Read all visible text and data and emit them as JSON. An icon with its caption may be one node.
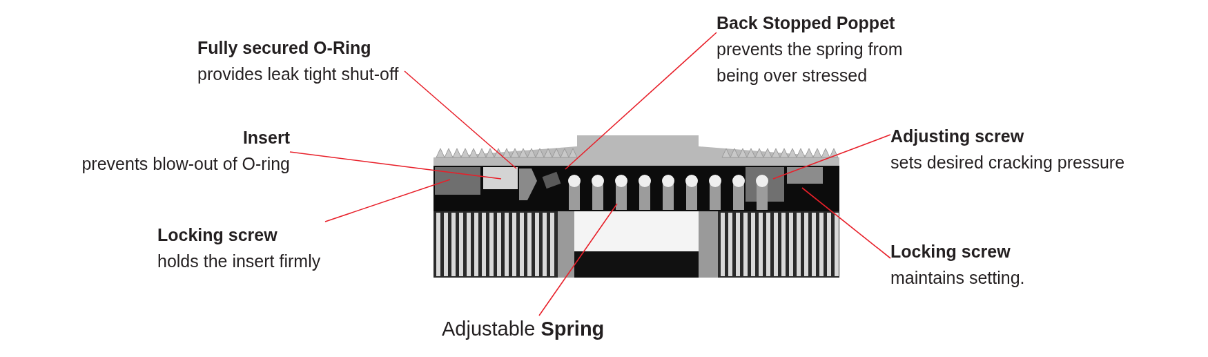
{
  "diagram": {
    "nodes": [
      {
        "text": [
          "Fully secured O-Ring",
          "provides leak tight shut-off"
        ]
      },
      {
        "text": [
          "Back Stopped Poppet",
          "prevents the spring from being over stressed"
        ]
      },
      {
        "text": [
          "Insert",
          "prevents blow-out of O-ring"
        ]
      },
      {
        "text": [
          "Adjusting screw",
          "sets desired cracking pressure"
        ]
      },
      {
        "text": [
          "Locking screw",
          "holds the insert firmly"
        ]
      },
      {
        "text": [
          "Locking screw",
          "maintains setting."
        ]
      },
      {
        "text": [
          "Adjustable **Spring**"
        ]
      }
    ],
    "edges": [
      {
        "from": 0,
        "to": null,
        "arrow": "none",
        "color": "#e8202a"
      },
      {
        "from": 1,
        "to": null,
        "arrow": "none",
        "color": "#e8202a"
      },
      {
        "from": 2,
        "to": null,
        "arrow": "none",
        "color": "#e8202a"
      },
      {
        "from": 3,
        "to": null,
        "arrow": "none",
        "color": "#e8202a"
      },
      {
        "from": 4,
        "to": null,
        "arrow": "none",
        "color": "#e8202a"
      },
      {
        "from": 5,
        "to": null,
        "arrow": "none",
        "color": "#e8202a"
      },
      {
        "from": 6,
        "to": null,
        "arrow": "none",
        "color": "#e8202a"
      }
    ]
  }
}
